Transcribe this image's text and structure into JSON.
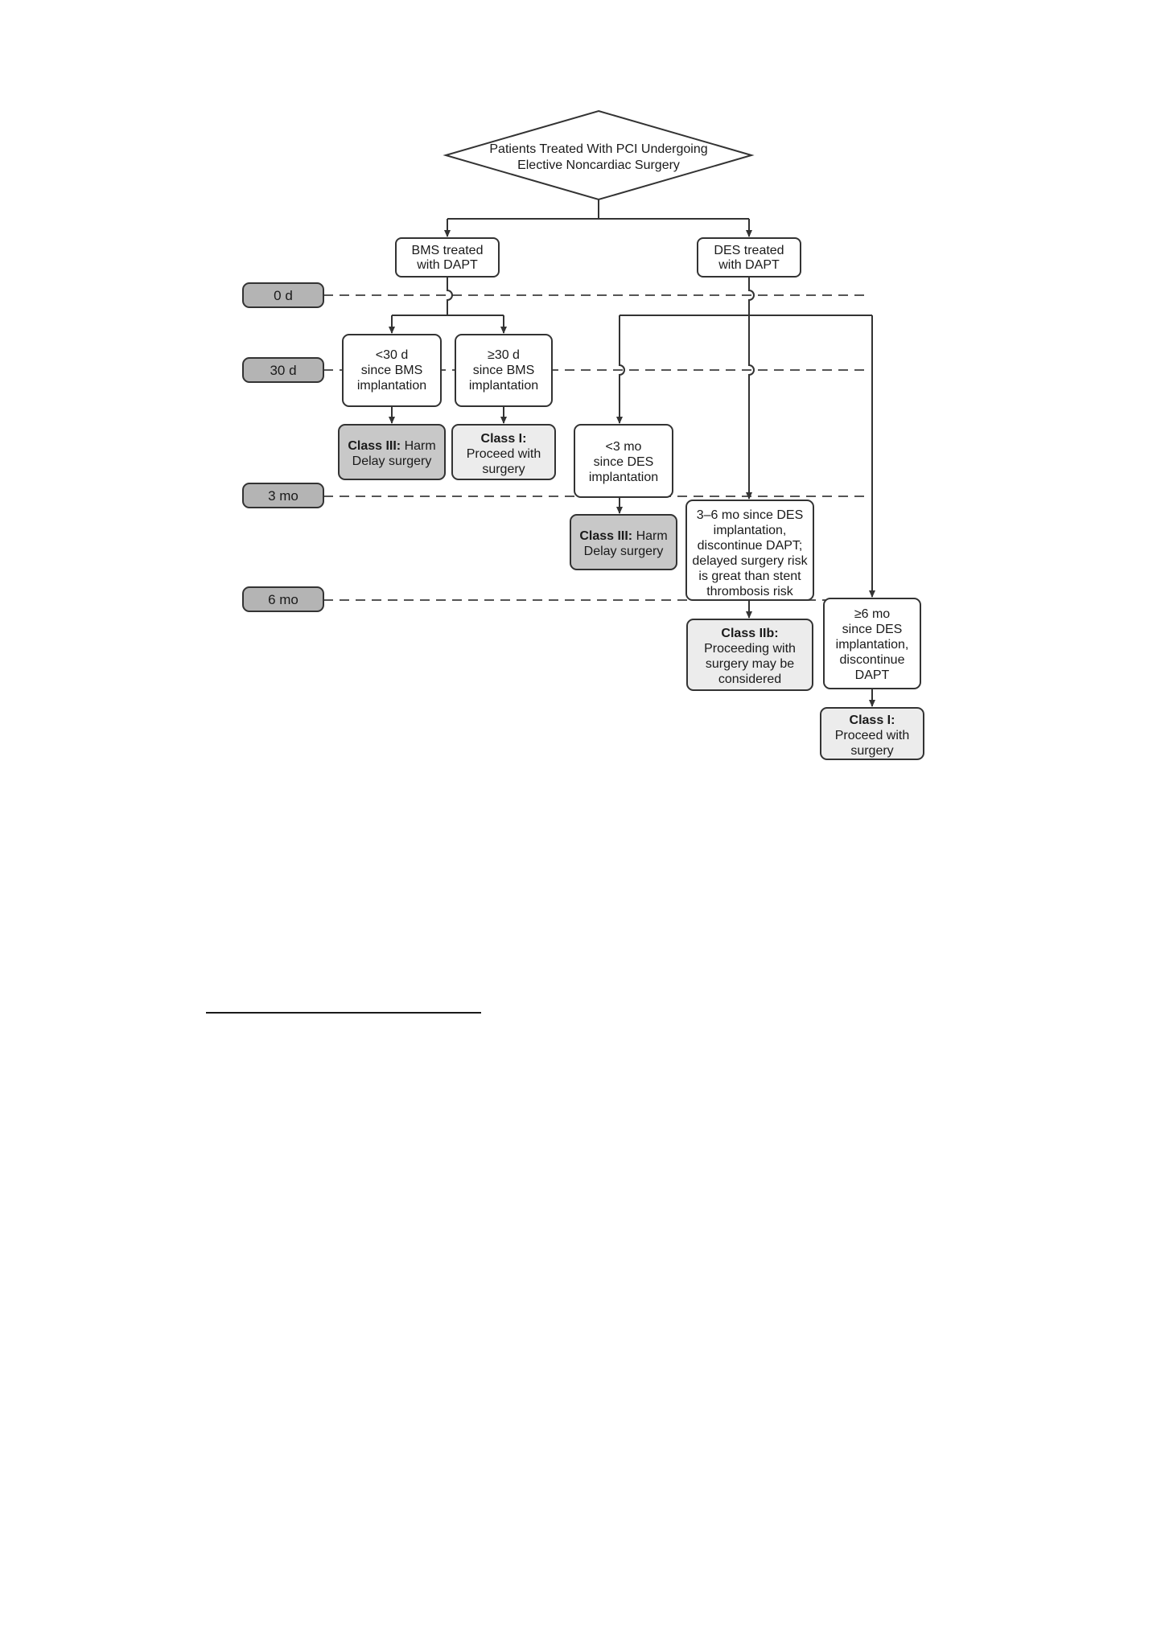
{
  "diagram": {
    "title": {
      "lines": [
        "Patients Treated With PCI Undergoing",
        "Elective Noncardiac Surgery"
      ]
    },
    "timeline": {
      "d0": "0 d",
      "d30": "30 d",
      "m3": "3 mo",
      "m6": "6 mo"
    },
    "bms": {
      "lines": [
        "BMS treated",
        "with DAPT"
      ]
    },
    "des": {
      "lines": [
        "DES treated",
        "with DAPT"
      ]
    },
    "bms_lt30": {
      "lines": [
        "<30 d",
        "since BMS",
        "implantation"
      ]
    },
    "bms_ge30": {
      "lines": [
        "≥30 d",
        "since BMS",
        "implantation"
      ]
    },
    "bms_class3": {
      "bold": "Class III:",
      "rest": " Harm",
      "line2": "Delay surgery"
    },
    "bms_class1": {
      "bold": "Class I:",
      "line2": "Proceed with",
      "line3": "surgery"
    },
    "des_lt3": {
      "lines": [
        "<3 mo",
        "since DES",
        "implantation"
      ]
    },
    "des_class3": {
      "bold": "Class III:",
      "rest": " Harm",
      "line2": "Delay surgery"
    },
    "des_3to6": {
      "lines": [
        "3–6 mo since DES",
        "implantation,",
        "discontinue DAPT;",
        "delayed surgery risk",
        "is great than stent",
        "thrombosis risk"
      ]
    },
    "des_class2b": {
      "bold": "Class IIb:",
      "line2": "Proceeding with",
      "line3": "surgery may be",
      "line4": "considered"
    },
    "des_ge6": {
      "lines": [
        "≥6 mo",
        "since DES",
        "implantation,",
        "discontinue",
        "DAPT"
      ]
    },
    "des_class1": {
      "bold": "Class I:",
      "line2": "Proceed with",
      "line3": "surgery"
    },
    "colors": {
      "harm_fill": "#c8c8c8",
      "benefit_fill": "#ececec",
      "timeline_fill": "#b4b4b4",
      "line": "#333333"
    }
  }
}
